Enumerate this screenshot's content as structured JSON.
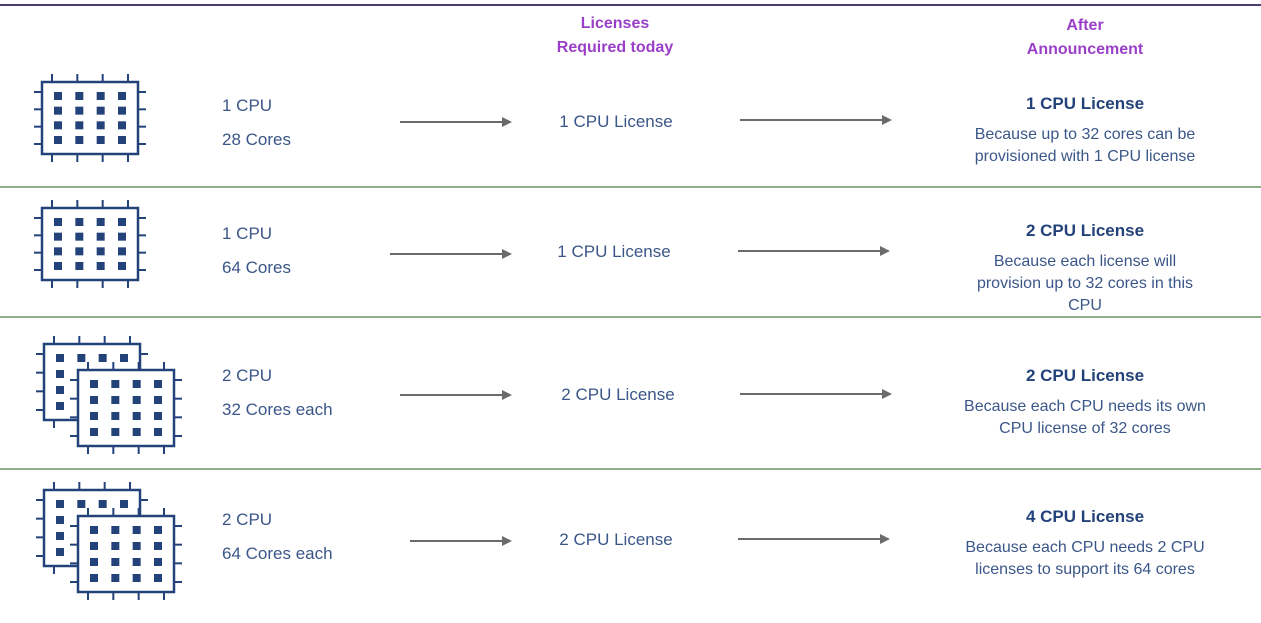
{
  "headers": {
    "today_line1": "Licenses",
    "today_line2": "Required today",
    "after_line1": "After",
    "after_line2": "Announcement"
  },
  "rows": [
    {
      "chips": 1,
      "cpu": "1 CPU",
      "cores": "28 Cores",
      "today": "1 CPU License",
      "after_title": "1 CPU License",
      "after_desc_1": "Because up to 32 cores can be",
      "after_desc_2": "provisioned with 1 CPU license",
      "after_desc_3": ""
    },
    {
      "chips": 1,
      "cpu": "1 CPU",
      "cores": "64 Cores",
      "today": "1 CPU License",
      "after_title": "2 CPU License",
      "after_desc_1": "Because each license will",
      "after_desc_2": "provision up to 32 cores in this",
      "after_desc_3": "CPU"
    },
    {
      "chips": 2,
      "cpu": "2 CPU",
      "cores": "32 Cores each",
      "today": "2 CPU License",
      "after_title": "2 CPU License",
      "after_desc_1": "Because each CPU needs its own",
      "after_desc_2": "CPU license of 32 cores",
      "after_desc_3": ""
    },
    {
      "chips": 2,
      "cpu": "2 CPU",
      "cores": "64 Cores each",
      "today": "2 CPU License",
      "after_title": "4 CPU License",
      "after_desc_1": "Because each CPU needs 2 CPU",
      "after_desc_2": "licenses to support its 64 cores",
      "after_desc_3": ""
    }
  ],
  "colors": {
    "header": "#9a3fc8",
    "text": "#3b5688",
    "chip": "#24427a",
    "separator": "#8fb08a"
  }
}
